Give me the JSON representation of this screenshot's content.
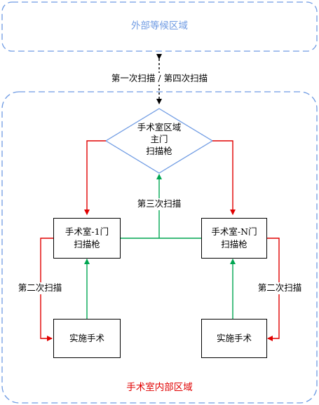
{
  "outer_zone": {
    "label": "外部等候区域"
  },
  "inner_zone": {
    "label": "手术室内部区域"
  },
  "scan_labels": {
    "first_fourth": "第一次扫描 / 第四次扫描",
    "second": "第二次扫描",
    "third": "第三次扫描"
  },
  "main_gate": {
    "lines": [
      "手术室区域",
      "主门",
      "扫描枪"
    ]
  },
  "door_1": {
    "lines": [
      "手术室-1门",
      "扫描枪"
    ]
  },
  "door_n": {
    "lines": [
      "手术室-N门",
      "扫描枪"
    ]
  },
  "surgery_left": {
    "label": "实施手术"
  },
  "surgery_right": {
    "label": "实施手术"
  },
  "colors": {
    "zone_border": "#6f9be3",
    "red_arrow": "#e00000",
    "green_arrow": "#00a651",
    "black_arrow": "#000000"
  }
}
